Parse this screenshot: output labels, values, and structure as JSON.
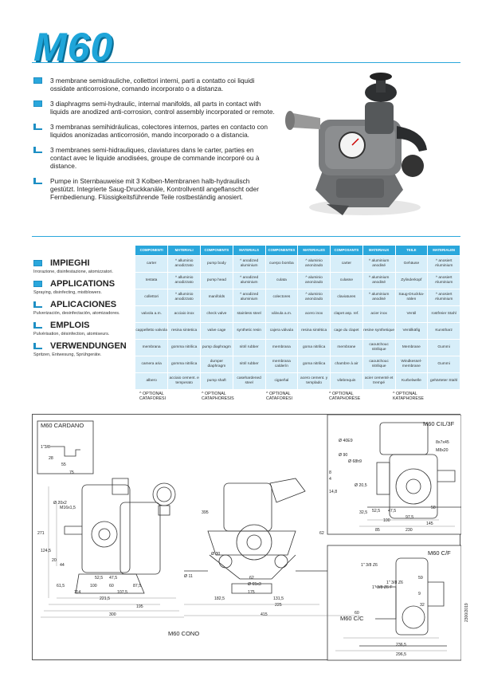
{
  "header": {
    "model": "M60"
  },
  "descriptions": [
    {
      "text": "3 membrane semidrauliche, collettori interni, parti a contatto coi liquidi ossidate anticorrosione, comando incorporato o a distanza.",
      "style": "filled"
    },
    {
      "text": "3 diaphragms semi-hydraulic, internal manifolds, all parts in contact with liquids are anodized anti-corrosion, control assembly incorporated or remote.",
      "style": "filled"
    },
    {
      "text": "3 membranas semihidráulicas, colectores internos, partes en contacto con liquidos anonizadas anticorrosión, mando incorporado o a distancia.",
      "style": "hollow"
    },
    {
      "text": "3 membranes semi-hidrauliques, claviatures dans le carter, parties en contact avec le liquide anodisées, groupe de commande incorporé ou à distance.",
      "style": "hollow"
    },
    {
      "text": "Pumpe in Sternbauweise mit 3 Kolben-Membranen halb-hydraulisch gestützt. Integrierte Saug-Druckkanäle, Kontrollventil angeflanscht oder Fernbedienung. Flüssigkeitsführende Teile rostbeständig anosiert.",
      "style": "hollow"
    }
  ],
  "uses": [
    {
      "heading": "IMPIEGHI",
      "text": "Irrorazione, disinfestazione, atomizzatori.",
      "style": "filled"
    },
    {
      "heading": "APPLICATIONS",
      "text": "Spraying, disinfecting, mistblowers.",
      "style": "filled"
    },
    {
      "heading": "APLICACIONES",
      "text": "Pulverización, desinfectación, atomizadores.",
      "style": "hollow"
    },
    {
      "heading": "EMPLOIS",
      "text": "Pulvérisation, désinfection, atomiseurs.",
      "style": "hollow"
    },
    {
      "heading": "VERWENDUNGEN",
      "text": "Spritzen, Entwesung, Sprühgeräte.",
      "style": "hollow"
    }
  ],
  "materials_table": {
    "headers": [
      "COMPONENTI",
      "MATERIALI",
      "COMPONENTS",
      "MATERIALS",
      "COMPONENTES",
      "MATERIALES",
      "COMPOSANTS",
      "MATERIAUX",
      "TEILE",
      "MATERIALEN"
    ],
    "rows": [
      [
        "carter",
        "^ alluminio anodizzato",
        "pump body",
        "^ anodized aluminium",
        "cuerpo bomba",
        "^ aluminio anonizado",
        "carter",
        "^ aluminium anodisé",
        "Gehäuse",
        "^ anosiert Aluminium"
      ],
      [
        "testata",
        "^ alluminio anodizzato",
        "pump head",
        "^ anodized aluminium",
        "culata",
        "^ aluminio anonizado",
        "culasse",
        "^ aluminium anodisé",
        "Zylinderkopf",
        "^ anosiert Aluminium"
      ],
      [
        "collettori",
        "^ alluminio anodizzato",
        "manifolds",
        "^ anodized aluminium",
        "colectores",
        "^ aluminio anonizado",
        "claviatures",
        "^ aluminium anodisé",
        "Saug-Druckka-nälen",
        "^ anosiert Aluminium"
      ],
      [
        "valvola a.m.",
        "acciaio inox",
        "check valve",
        "stainless steel",
        "válvula a.m.",
        "acero inox",
        "clapet asp. ref.",
        "acier inox",
        "Ventil",
        "rostfreier Stahl"
      ],
      [
        "cappelletto valvola",
        "resina sintetica",
        "valve cage",
        "synthetic resin",
        "cajera válvula",
        "resina sintética",
        "cage du clapet",
        "resine synthetique",
        "Ventilkäfig",
        "Kunstharz"
      ],
      [
        "membrana",
        "gomma nitrilica",
        "pump diaphragm",
        "nitril rubber",
        "membrana",
        "goma nitrilica",
        "membrane",
        "caoutchouc nitrilique",
        "Membrane",
        "Gummi"
      ],
      [
        "camera aria",
        "gomma nitrilica",
        "dumper diaphragm",
        "nitril rubber",
        "membrana calderín",
        "goma nitrilica",
        "chambre à air",
        "caoutchouc nitrilique",
        "Windkessel-membrane",
        "Gummi"
      ],
      [
        "albero",
        "acciaio cement. e temperato",
        "pump shaft",
        "casehardened steel",
        "cigüeñal",
        "acero cement. y templado",
        "vilebrequin",
        "acier cementé et trempé",
        "Kurbelwelle",
        "gehärteter Stahl"
      ]
    ]
  },
  "optional_notes": [
    {
      "line1": "^ OPTIONAL",
      "line2": "CATAFORESI"
    },
    {
      "line1": "^ OPTIONAL",
      "line2": "CATAPHORESIS"
    },
    {
      "line1": "^ OPTIONAL",
      "line2": "CATAFORESI"
    },
    {
      "line1": "^ OPTIONAL",
      "line2": "CATAPHORÈSE"
    },
    {
      "line1": "^ OPTIONAL",
      "line2": "KATAPHORESE"
    }
  ],
  "drawing": {
    "labels": {
      "cardano": "M60 CARDANO",
      "cono": "M60 CONO",
      "cil": "M60 CIL/3F",
      "cf": "M60 C/F",
      "cc": "M60 C/C"
    },
    "dims": [
      "1\"3/8",
      "28",
      "55",
      "75",
      "Ø 20x2",
      "M16x1,5",
      "271",
      "124,5",
      "20",
      "44",
      "52,5",
      "47,5",
      "61,5",
      "100",
      "60",
      "87,5",
      "114",
      "107,5",
      "221,5",
      "195",
      "300",
      "395",
      "Ø 30",
      "Ø 11",
      "62",
      "Ø 65x3",
      "175",
      "182,5",
      "131,5",
      "225",
      "415",
      "62",
      "Ø 40E9",
      "Ø 90",
      "Ø 68h9",
      "Ø 20,5",
      "8",
      "4",
      "14,8",
      "8x7x45",
      "M8x20",
      "32,5",
      "52,5",
      "47,5",
      "100",
      "85",
      "97,5",
      "145",
      "58",
      "230",
      "1\" 3/8 Z6",
      "1\" 3/8 Z6 F",
      "1\" 3/8 Z6",
      "59",
      "9",
      "60",
      "32",
      "236,5",
      "296,5"
    ]
  },
  "code": "2300/2019"
}
